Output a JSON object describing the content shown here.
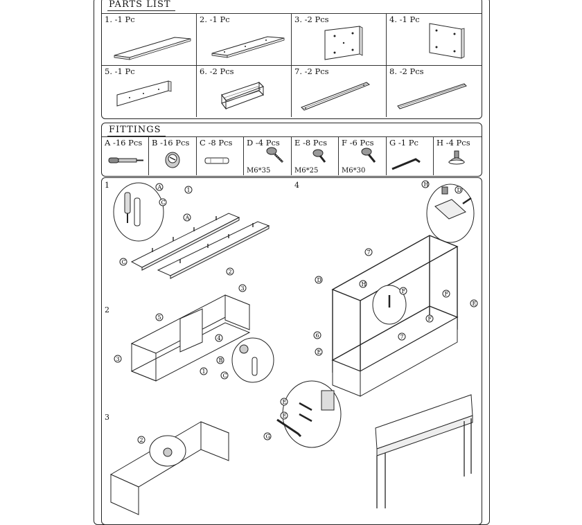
{
  "parts_list": {
    "title": "PARTS LIST",
    "items": [
      {
        "label": "1. -1 Pc"
      },
      {
        "label": "2. -1 Pc"
      },
      {
        "label": "3. -2 Pcs"
      },
      {
        "label": "4. -1 Pc"
      },
      {
        "label": "5. -1 Pc"
      },
      {
        "label": "6. -2 Pcs"
      },
      {
        "label": "7. -2 Pcs"
      },
      {
        "label": "8. -2 Pcs"
      }
    ]
  },
  "fittings": {
    "title": "FITTINGS",
    "items": [
      {
        "label": "A -16 Pcs",
        "spec": ""
      },
      {
        "label": "B -16 Pcs",
        "spec": ""
      },
      {
        "label": "C -8 Pcs",
        "spec": ""
      },
      {
        "label": "D -4 Pcs",
        "spec": "M6*35"
      },
      {
        "label": "E -8 Pcs",
        "spec": "M6*25"
      },
      {
        "label": "F -6 Pcs",
        "spec": "M6*30"
      },
      {
        "label": "G -1 Pc",
        "spec": ""
      },
      {
        "label": "H -4 Pcs",
        "spec": ""
      }
    ]
  },
  "steps": {
    "s1": "1",
    "s2": "2",
    "s3": "3",
    "s4": "4"
  },
  "callouts": {
    "A": "A",
    "B": "B",
    "C": "C",
    "D": "D",
    "E": "E",
    "F": "F",
    "G": "G",
    "H": "H",
    "n1": "1",
    "n2": "2",
    "n3": "3",
    "n4": "4",
    "n5": "5",
    "n6": "6",
    "n7": "7"
  }
}
